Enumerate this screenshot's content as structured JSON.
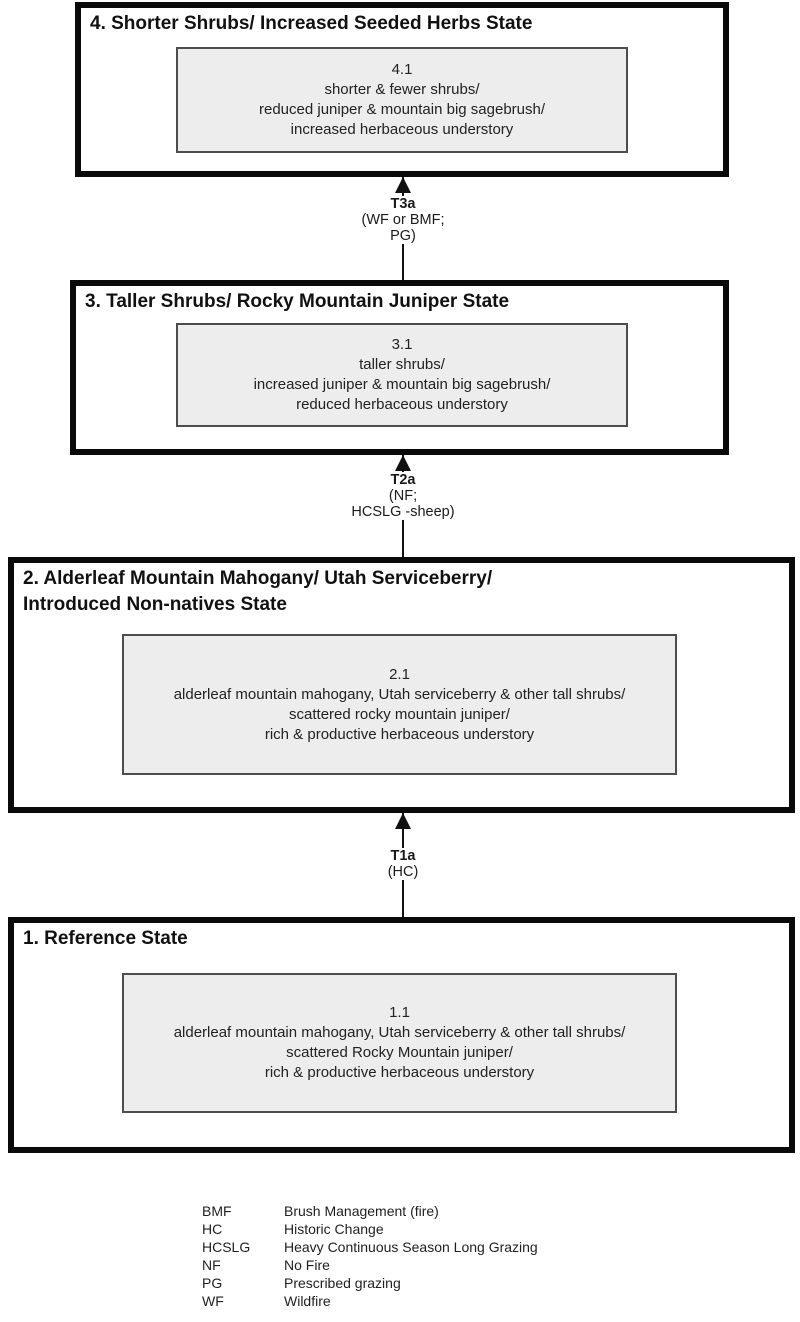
{
  "diagram": {
    "states": [
      {
        "number": "4",
        "title": "4. Shorter Shrubs/ Increased Seeded Herbs State",
        "community": {
          "id": "4.1",
          "lines": [
            "shorter & fewer shrubs/",
            "reduced juniper & mountain big sagebrush/",
            "increased herbaceous understory"
          ]
        }
      },
      {
        "number": "3",
        "title": "3. Taller Shrubs/ Rocky Mountain Juniper State",
        "community": {
          "id": "3.1",
          "lines": [
            "taller shrubs/",
            "increased juniper & mountain big sagebrush/",
            "reduced herbaceous understory"
          ]
        }
      },
      {
        "number": "2",
        "title_lines": [
          "2. Alderleaf Mountain Mahogany/ Utah Serviceberry/",
          "Introduced Non-natives State"
        ],
        "community": {
          "id": "2.1",
          "lines": [
            "alderleaf mountain mahogany, Utah serviceberry & other tall shrubs/",
            "scattered rocky mountain juniper/",
            "rich & productive herbaceous understory"
          ]
        }
      },
      {
        "number": "1",
        "title": "1. Reference State",
        "community": {
          "id": "1.1",
          "lines": [
            "alderleaf mountain mahogany, Utah serviceberry & other tall shrubs/",
            "scattered Rocky Mountain juniper/",
            "rich & productive herbaceous understory"
          ]
        }
      }
    ],
    "transitions": [
      {
        "code": "T3a",
        "detail_lines": [
          "(WF or BMF;",
          "PG)"
        ]
      },
      {
        "code": "T2a",
        "detail_lines": [
          "(NF;",
          "HCSLG -sheep)"
        ]
      },
      {
        "code": "T1a",
        "detail_lines": [
          "(HC)"
        ]
      }
    ],
    "legend": [
      {
        "abbr": "BMF",
        "label": "Brush Management (fire)"
      },
      {
        "abbr": "HC",
        "label": "Historic Change"
      },
      {
        "abbr": "HCSLG",
        "label": "Heavy Continuous Season Long Grazing"
      },
      {
        "abbr": "NF",
        "label": "No Fire"
      },
      {
        "abbr": "PG",
        "label": "Prescribed grazing"
      },
      {
        "abbr": "WF",
        "label": "Wildfire"
      }
    ],
    "colors": {
      "outer_border": "#0a0a0a",
      "community_fill": "#ededed",
      "community_border": "#4d4d4d",
      "text": "#1a1a1a"
    }
  }
}
